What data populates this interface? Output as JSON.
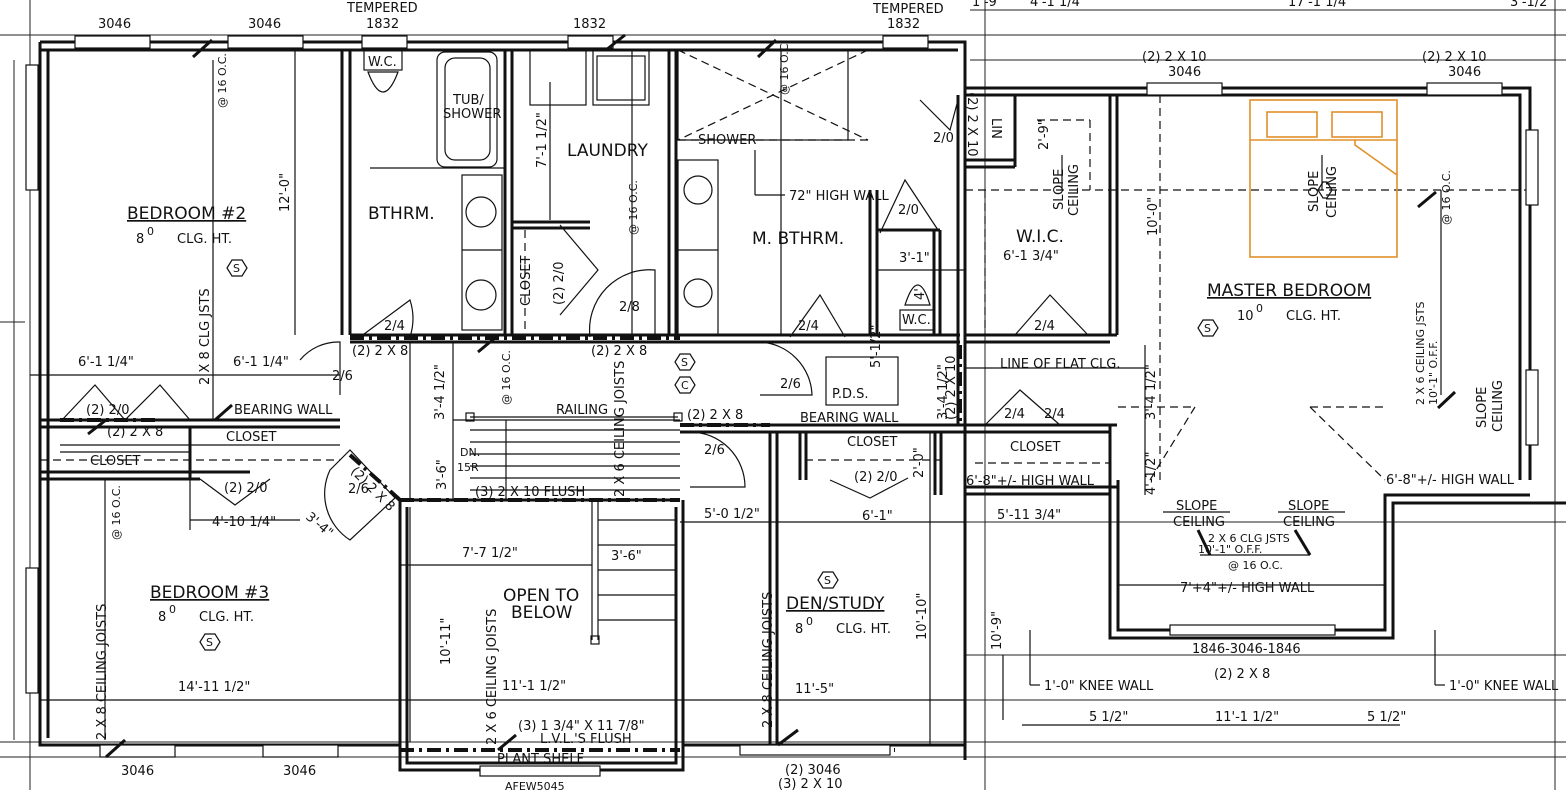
{
  "rooms": {
    "bedroom2": {
      "name": "BEDROOM #2",
      "ceiling_exp": "8",
      "ceiling": "0",
      "clg": "CLG. HT."
    },
    "bedroom3": {
      "name": "BEDROOM #3",
      "ceiling_exp": "8",
      "ceiling": "0",
      "clg": "CLG. HT."
    },
    "master": {
      "name": "MASTER BEDROOM",
      "ceiling_exp": "10",
      "ceiling": "0",
      "clg": "CLG. HT."
    },
    "den": {
      "name": "DEN/STUDY",
      "ceiling_exp": "8",
      "ceiling": "0",
      "clg": "CLG. HT."
    },
    "bthrm": "BTHRM.",
    "mbthrm": "M. BTHRM.",
    "laundry": "LAUNDRY",
    "wic": "W.I.C.",
    "open_line1": "OPEN TO",
    "open_line2": "BELOW"
  },
  "labels": {
    "tempered": "TEMPERED",
    "win_1832": "1832",
    "win_3046": "3046",
    "wc": "W.C.",
    "tub_shower_1": "TUB/",
    "tub_shower_2": "SHOWER",
    "shower": "SHOWER",
    "high_wall_72": "72\" HIGH WALL",
    "closet": "CLOSET",
    "lin": "LIN",
    "bearing_wall": "BEARING WALL",
    "railing": "RAILING",
    "dn": "DN.",
    "risers": "15R",
    "pds": "P.D.S.",
    "line_flat_clg": "LINE OF FLAT CLG.",
    "slope": "SLOPE",
    "ceiling": "CEILING",
    "high_wall_68": "6'-8\"+/- HIGH WALL",
    "high_wall_74": "7'+4\"+/- HIGH WALL",
    "knee_wall": "1'-0\" KNEE WALL",
    "plant_shelf": "PLANT SHELF",
    "flush_lvl_1": "(3) 1 3/4\" X 11 7/8\"",
    "flush_lvl_2": "L.V.L.'S FLUSH",
    "flush_2x10": "(3) 2 X 10 FLUSH",
    "afew": "AFEW5045",
    "ceiling_joists_2x8": "2 X 8 CEILING JOISTS",
    "ceiling_joists_2x6": "2 X 6 CEILING JOISTS",
    "clg_jsts_2x8": "2 X 8 CLG JSTS",
    "oc16": "@ 16 O.C.",
    "ceil_jsts_2x6_1": "2 X 6 CEILING JSTS",
    "ceil_jsts_2x6_2": "10'-1\" O.F.F.",
    "clg_jsts_2x6_a": "2 X 6 CLG JSTS",
    "header_2_2x10": "(2) 2 X 10",
    "header_2_2x8": "(2) 2 X 8",
    "header_2_2x8_b": "(2) 2 X 8",
    "win_1846": "1846-3046-1846",
    "win_3046b": "(2) 3046",
    "header_3_2x10": "(3) 2 X 10",
    "door_20": "2/0",
    "door_24": "2/4",
    "door_26": "2/6",
    "door_28": "2/8",
    "door_2_20": "(2) 2/0",
    "door_2_2_0": "(2) 2/0",
    "smoke": "S",
    "co": "C"
  },
  "dimensions": {
    "d_61_14a": "6'-1 1/4\"",
    "d_61_14b": "6'-1 1/4\"",
    "d_120": "12'-0\"",
    "d_71_12": "7'-1 1/2\"",
    "d_34_12a": "3'-4 1/2\"",
    "d_34_12b": "3'-4 1/2\"",
    "d_34_12c": "3'-4 1/2\"",
    "d_36": "3'-6\"",
    "d_36b": "3'-6\"",
    "d_410_14": "4'-10 1/4\"",
    "d_34": "3'-4\"",
    "d_77_12": "7'-7 1/2\"",
    "d_50_12": "5'-0 1/2\"",
    "d_1011": "10'-11\"",
    "d_111_12": "11'-1 1/2\"",
    "d_115": "11'-5\"",
    "d_1010": "10'-10\"",
    "d_1411_12": "14'-11 1/2\"",
    "d_31": "3'-1\"",
    "d_61_34": "6'-1 3/4\"",
    "d_29": "2'-9\"",
    "d_100": "10'-0\"",
    "d_511_34": "5'-11 3/4\"",
    "d_109": "10'-9\"",
    "d_5_12a": "5 1/2\"",
    "d_5_12b": "5 1/2\"",
    "d_1111_12": "11'-1 1/2\"",
    "d_20": "2'-0\"",
    "d_61": "6'-1\"",
    "d_4": "4'",
    "d_19": "1'-9\"",
    "d_411_14": "4'-1 1/4\"",
    "d_171_14": "17'-1 1/4\"",
    "d_312": "3'-1/2\"",
    "d_15": "5'-1/2\"",
    "d_41_12": "4'-1/2\""
  }
}
